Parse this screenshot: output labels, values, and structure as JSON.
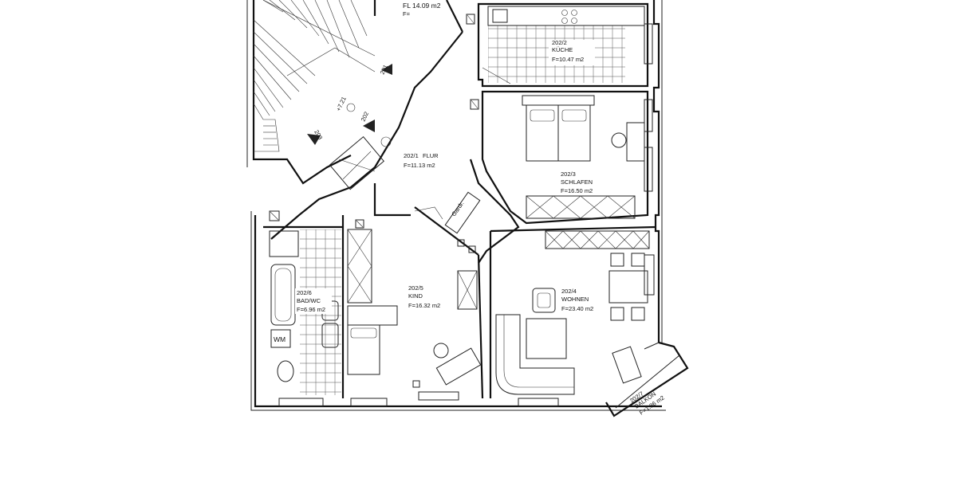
{
  "plan": {
    "rooms": [
      {
        "id": "flur-top",
        "code": "",
        "name": "FL",
        "area": "14.09 m2",
        "area_prefix": "F="
      },
      {
        "id": "kueche",
        "code": "202/2",
        "name": "KÜCHE",
        "area": "F=10.47 m2"
      },
      {
        "id": "schlafen",
        "code": "202/3",
        "name": "SCHLAFEN",
        "area": "F=16.50 m2"
      },
      {
        "id": "flur",
        "code": "202/1",
        "name": "FLUR",
        "area": "F=11.13 m2"
      },
      {
        "id": "bad",
        "code": "202/6",
        "name": "BAD/WC",
        "area": "F=6.96 m2"
      },
      {
        "id": "kind",
        "code": "202/5",
        "name": "KIND",
        "area": "F=16.32 m2"
      },
      {
        "id": "wohnen",
        "code": "202/4",
        "name": "WOHNEN",
        "area": "F=23.40 m2"
      },
      {
        "id": "balkon",
        "code": "202/7",
        "name": "BALKON",
        "area": "F=1.86 m2"
      }
    ],
    "stair_labels": {
      "s201": "201",
      "s202": "202",
      "s203": "203",
      "level": "+7.21"
    },
    "misc_labels": {
      "wm": "WM",
      "garderobe": "Gardr."
    }
  }
}
